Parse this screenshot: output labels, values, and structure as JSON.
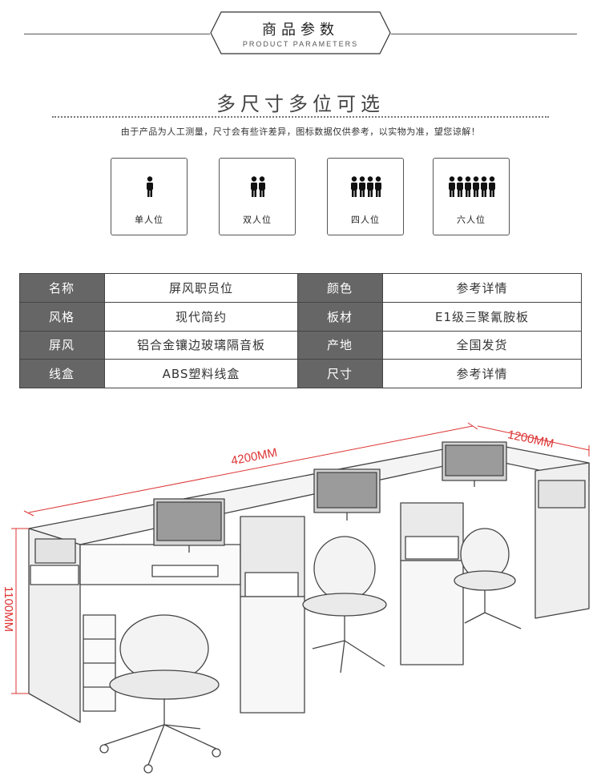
{
  "banner": {
    "title": "商品参数",
    "subtitle": "PRODUCT PARAMETERS"
  },
  "section": {
    "title": "多尺寸多位可选",
    "notice": "由于产品为人工测量，尺寸会有些许差异，图标数据仅供参考，以实物为准，望您谅解！"
  },
  "seats": [
    {
      "label": "单人位",
      "count": 1
    },
    {
      "label": "双人位",
      "count": 2
    },
    {
      "label": "四人位",
      "count": 4
    },
    {
      "label": "六人位",
      "count": 6
    }
  ],
  "specs": {
    "rows": [
      {
        "k1": "名称",
        "v1": "屏风职员位",
        "k2": "颜色",
        "v2": "参考详情"
      },
      {
        "k1": "风格",
        "v1": "现代简约",
        "k2": "板材",
        "v2": "E1级三聚氰胺板"
      },
      {
        "k1": "屏风",
        "v1": "铝合金镶边玻璃隔音板",
        "k2": "产地",
        "v2": "全国发货"
      },
      {
        "k1": "线盒",
        "v1": "ABS塑料线盒",
        "k2": "尺寸",
        "v2": "参考详情"
      }
    ]
  },
  "dimensions": {
    "length": "4200MM",
    "depth": "1200MM",
    "height": "1100MM",
    "color": "#dd3333"
  }
}
